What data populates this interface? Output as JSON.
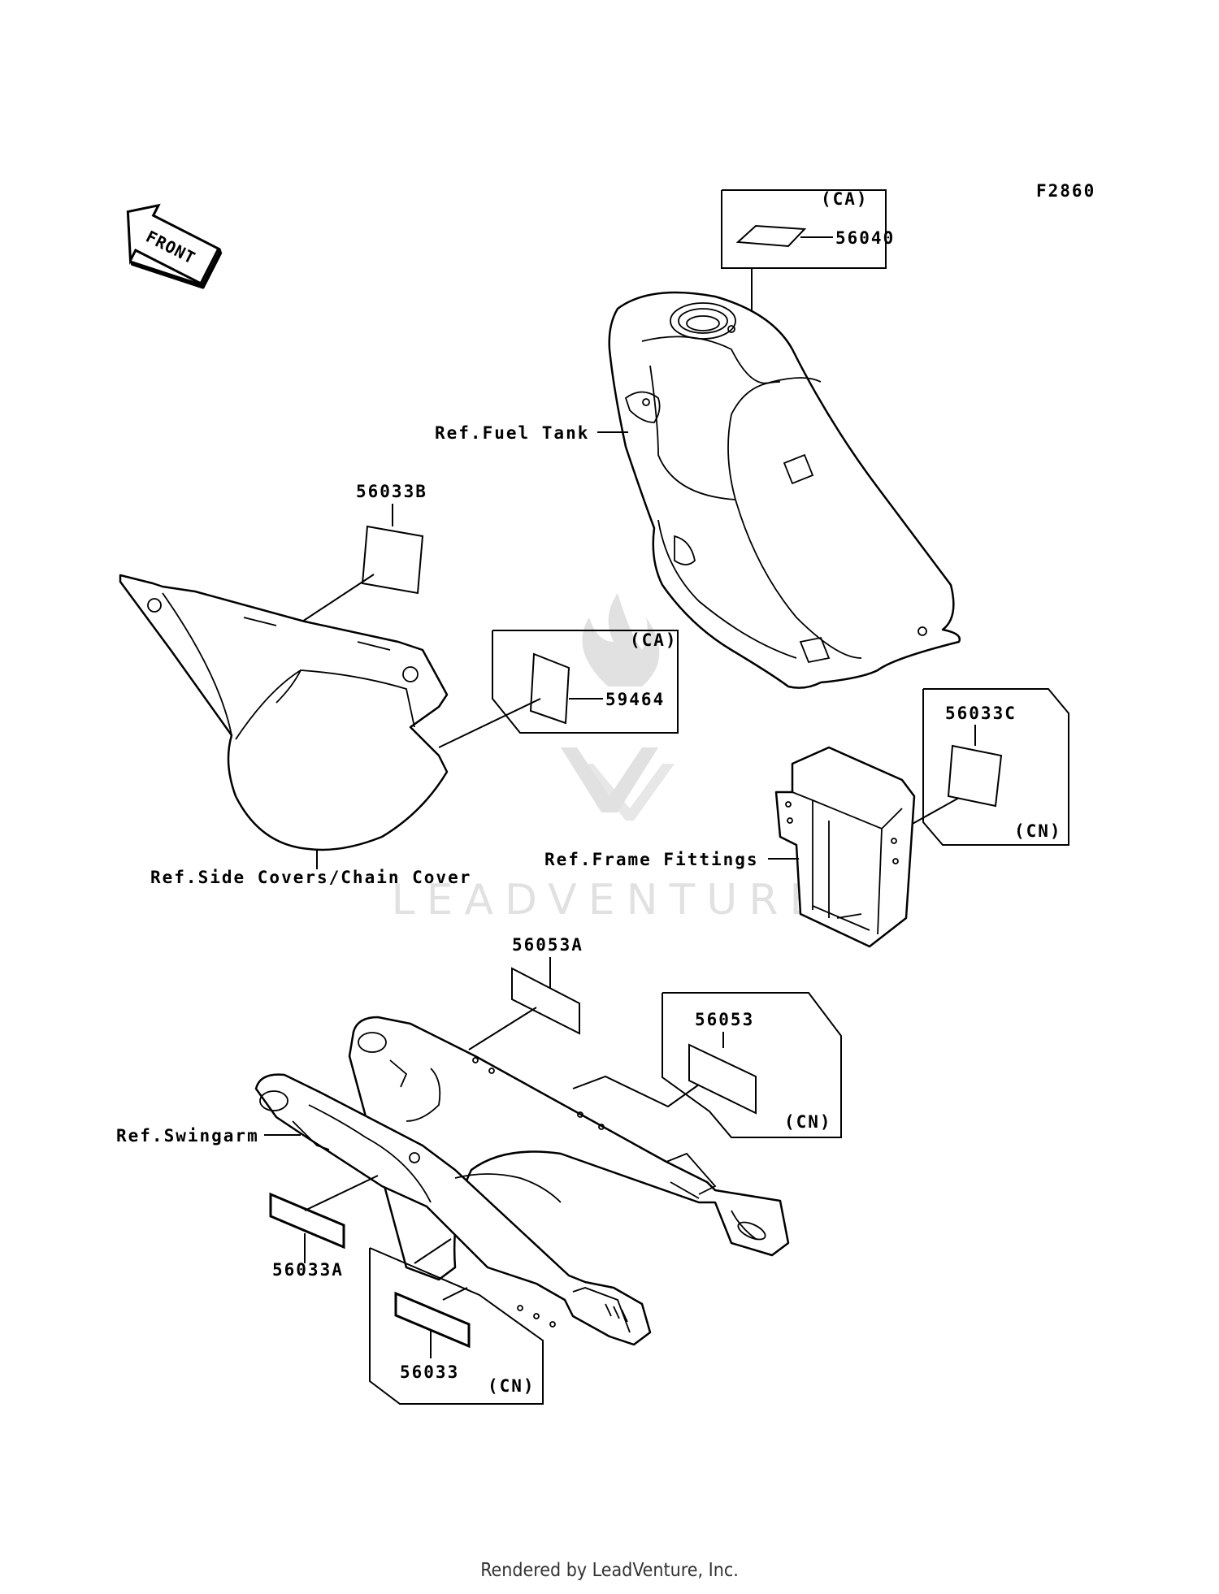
{
  "drawing_id": "F2860",
  "direction": "FRONT",
  "watermark": "LEADVENTURE",
  "footer": "Rendered by LeadVenture, Inc.",
  "labels": {
    "p56040": "56040",
    "p56033B": "56033B",
    "p59464": "59464",
    "p56033C": "56033C",
    "p56053A": "56053A",
    "p56053": "56053",
    "p56033A": "56033A",
    "p56033": "56033",
    "ca1": "(CA)",
    "ca2": "(CA)",
    "cn1": "(CN)",
    "cn2": "(CN)",
    "cn3": "(CN)",
    "ref_fuel_tank": "Ref.Fuel Tank",
    "ref_side_covers": "Ref.Side Covers/Chain Cover",
    "ref_frame_fittings": "Ref.Frame Fittings",
    "ref_swingarm": "Ref.Swingarm"
  }
}
